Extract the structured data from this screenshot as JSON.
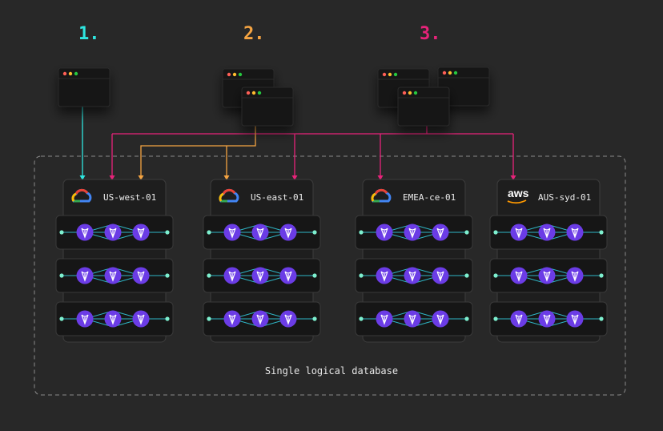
{
  "steps": [
    {
      "label": "1.",
      "color": "#2ee6e0"
    },
    {
      "label": "2.",
      "color": "#f5a442"
    },
    {
      "label": "3.",
      "color": "#e8237a"
    }
  ],
  "regions": [
    {
      "name": "US-west-01",
      "provider": "gcp",
      "icon": "google-cloud-icon"
    },
    {
      "name": "US-east-01",
      "provider": "gcp",
      "icon": "google-cloud-icon"
    },
    {
      "name": "EMEA-ce-01",
      "provider": "gcp",
      "icon": "google-cloud-icon"
    },
    {
      "name": "AUS-syd-01",
      "provider": "aws",
      "icon": "aws-icon",
      "logo_text": "aws"
    }
  ],
  "caption": "Single logical database",
  "colors": {
    "background": "#282828",
    "cyan": "#2ee6e0",
    "orange": "#f5a442",
    "magenta": "#e8237a",
    "node": "#6b3ce6",
    "link": "#2fb7c7",
    "endpoint": "#7ef0cf",
    "panel": "#161616",
    "card": "#1e1e1e"
  }
}
